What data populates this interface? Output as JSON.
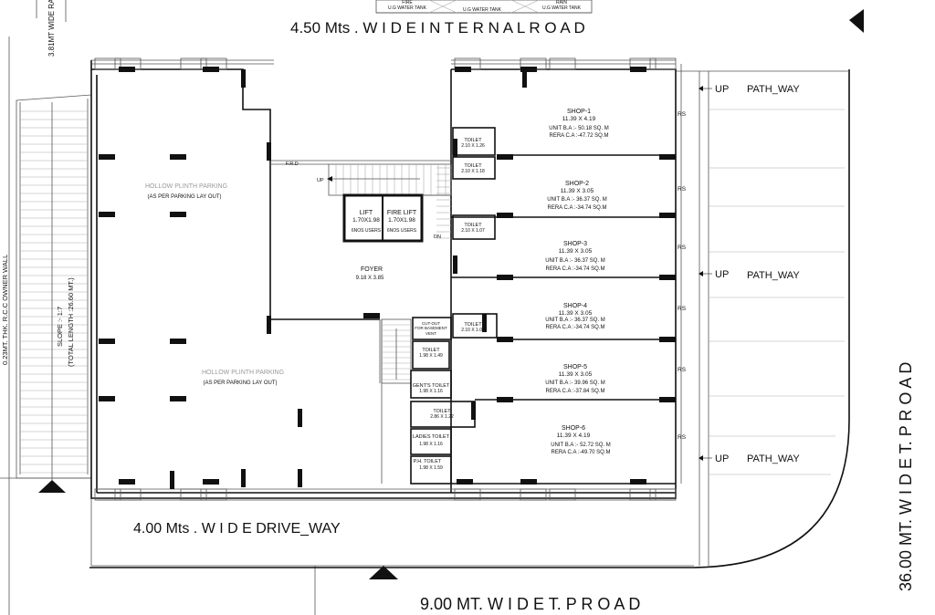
{
  "roads": {
    "top": "4.50 Mts .  W I D E  I N T E R N A L   R O A D",
    "bottom": "9.00 MT.    W I D E   T. P    R O A D",
    "right": "36.00 MT.   W I D E   T. P    R O A D",
    "drive": "4.00  Mts .   W  I  D  E   DRIVE_WAY",
    "left_road": "3.81MT WIDE RA"
  },
  "top_tanks": {
    "fire": "FIRE",
    "ug_tank_1": "U.G WATER TANK",
    "ug_tank_2": "U.G WATER TANK",
    "rain": "RAIN",
    "ug_tank_3": "U.G WATER TANK"
  },
  "ramp": {
    "wall": "0.23MT. THK. R.C.C OWNER WALL",
    "slope": "SLOPE :- 1:7",
    "length": "(TOTAL LENGTH :26.60 MT.)"
  },
  "parking": [
    {
      "label": "HOLLOW PLINTH PARKING",
      "note": "(AS PER PARKING LAY OUT)"
    },
    {
      "label": "HOLLOW PLINTH PARKING",
      "note": "(AS PER PARKING LAY OUT)"
    }
  ],
  "core": {
    "frd": "F.R.D",
    "up": "UP",
    "dn": "DN",
    "lift_name": "LIFT",
    "lift_size": "1.70X1.98",
    "lift_users": "6NOS USERS",
    "fire_lift_name": "FIRE LIFT",
    "fire_lift_size": "1.70X1.98",
    "fire_lift_users": "6NOS USERS",
    "foyer_name": "FOYER",
    "foyer_size": "9.18 X 3.85",
    "cutout_1": "CUT-OUT",
    "cutout_2": "FOR BASEMENT",
    "cutout_3": "VENT"
  },
  "toilets": [
    {
      "name": "TOILET",
      "size": "2.10 X 1.26"
    },
    {
      "name": "TOILET",
      "size": "2.10 X 1.18"
    },
    {
      "name": "TOILET",
      "size": "2.10 X 1.07"
    },
    {
      "name": "TOILET",
      "size": "2.10 X 1.07"
    },
    {
      "name": "TOILET",
      "size": "1.98 X 1.49"
    },
    {
      "name": "GENT'S TOILET",
      "size": "1.98 X 1.16"
    },
    {
      "name": "TOILET",
      "size": "2.86 X 1.22"
    },
    {
      "name": "LADIES TOILET",
      "size": "1.98 X 1.16"
    },
    {
      "name": "P.H. TOILET",
      "size": "1.98 X 1.59"
    }
  ],
  "shops": [
    {
      "name": "SHOP-1",
      "size": "11.39 X 4.19",
      "ba": "UNIT B.A :- 50.18 SQ. M",
      "ca": "RERA C.A :-47.72 SQ.M"
    },
    {
      "name": "SHOP-2",
      "size": "11.39 X 3.05",
      "ba": "UNIT B.A :- 36.37 SQ. M",
      "ca": "RERA C.A :-34.74 SQ.M"
    },
    {
      "name": "SHOP-3",
      "size": "11.39 X 3.05",
      "ba": "UNIT B.A :- 36.37 SQ. M",
      "ca": "RERA C.A :-34.74 SQ.M"
    },
    {
      "name": "SHOP-4",
      "size": "11.39 X 3.05",
      "ba": "UNIT B.A :- 36.37 SQ. M",
      "ca": "RERA C.A :-34.74 SQ.M"
    },
    {
      "name": "SHOP-5",
      "size": "11.39 X 3.05",
      "ba": "UNIT B.A :- 39.96 SQ. M",
      "ca": "RERA C.A :-37.84 SQ.M"
    },
    {
      "name": "SHOP-6",
      "size": "11.39 X 4.19",
      "ba": "UNIT B.A :- 52.72 SQ. M",
      "ca": "RERA C.A :-49.70 SQ.M"
    }
  ],
  "rs_label": "RS",
  "pathways": [
    {
      "up": "UP",
      "label": "PATH_WAY"
    },
    {
      "up": "UP",
      "label": "PATH_WAY"
    },
    {
      "up": "UP",
      "label": "PATH_WAY"
    }
  ]
}
